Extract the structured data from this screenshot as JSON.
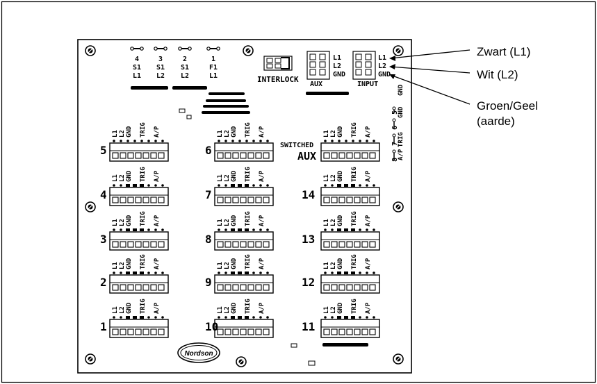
{
  "callouts": [
    {
      "id": "zwart",
      "text": "Zwart (L1)"
    },
    {
      "id": "wit",
      "text": "Wit (L2)"
    },
    {
      "id": "groen",
      "text": "Groen/Geel"
    },
    {
      "id": "aarde",
      "text": "(aarde)"
    }
  ],
  "board": {
    "logo": "Nordson",
    "fuses": [
      {
        "top": "4",
        "mid": "S1",
        "bot": "L1"
      },
      {
        "top": "3",
        "mid": "S1",
        "bot": "L2"
      },
      {
        "top": "2",
        "mid": "S1",
        "bot": "L2"
      },
      {
        "top": "1",
        "mid": "F1",
        "bot": "L1"
      }
    ],
    "interlock": "INTERLOCK",
    "aux": {
      "name": "AUX",
      "pins": [
        "L1",
        "L2",
        "GND"
      ]
    },
    "input": {
      "name": "INPUT",
      "pins": [
        "L1",
        "L2",
        "GND"
      ]
    },
    "switched": {
      "line1": "SWITCHED",
      "line2": "AUX"
    },
    "side_strip": {
      "pins_top": [
        "GND",
        "GND"
      ],
      "pins_bottom": [
        "A/P",
        "TRIG"
      ],
      "numbers": [
        "5",
        "6",
        "7",
        "8"
      ]
    },
    "connector_pins": [
      "L1",
      "L2",
      "GND",
      "TRIG",
      "A/P"
    ],
    "connectors": [
      "5",
      "4",
      "3",
      "2",
      "1",
      "6",
      "7",
      "8",
      "9",
      "10",
      "14",
      "13",
      "12",
      "11"
    ]
  }
}
